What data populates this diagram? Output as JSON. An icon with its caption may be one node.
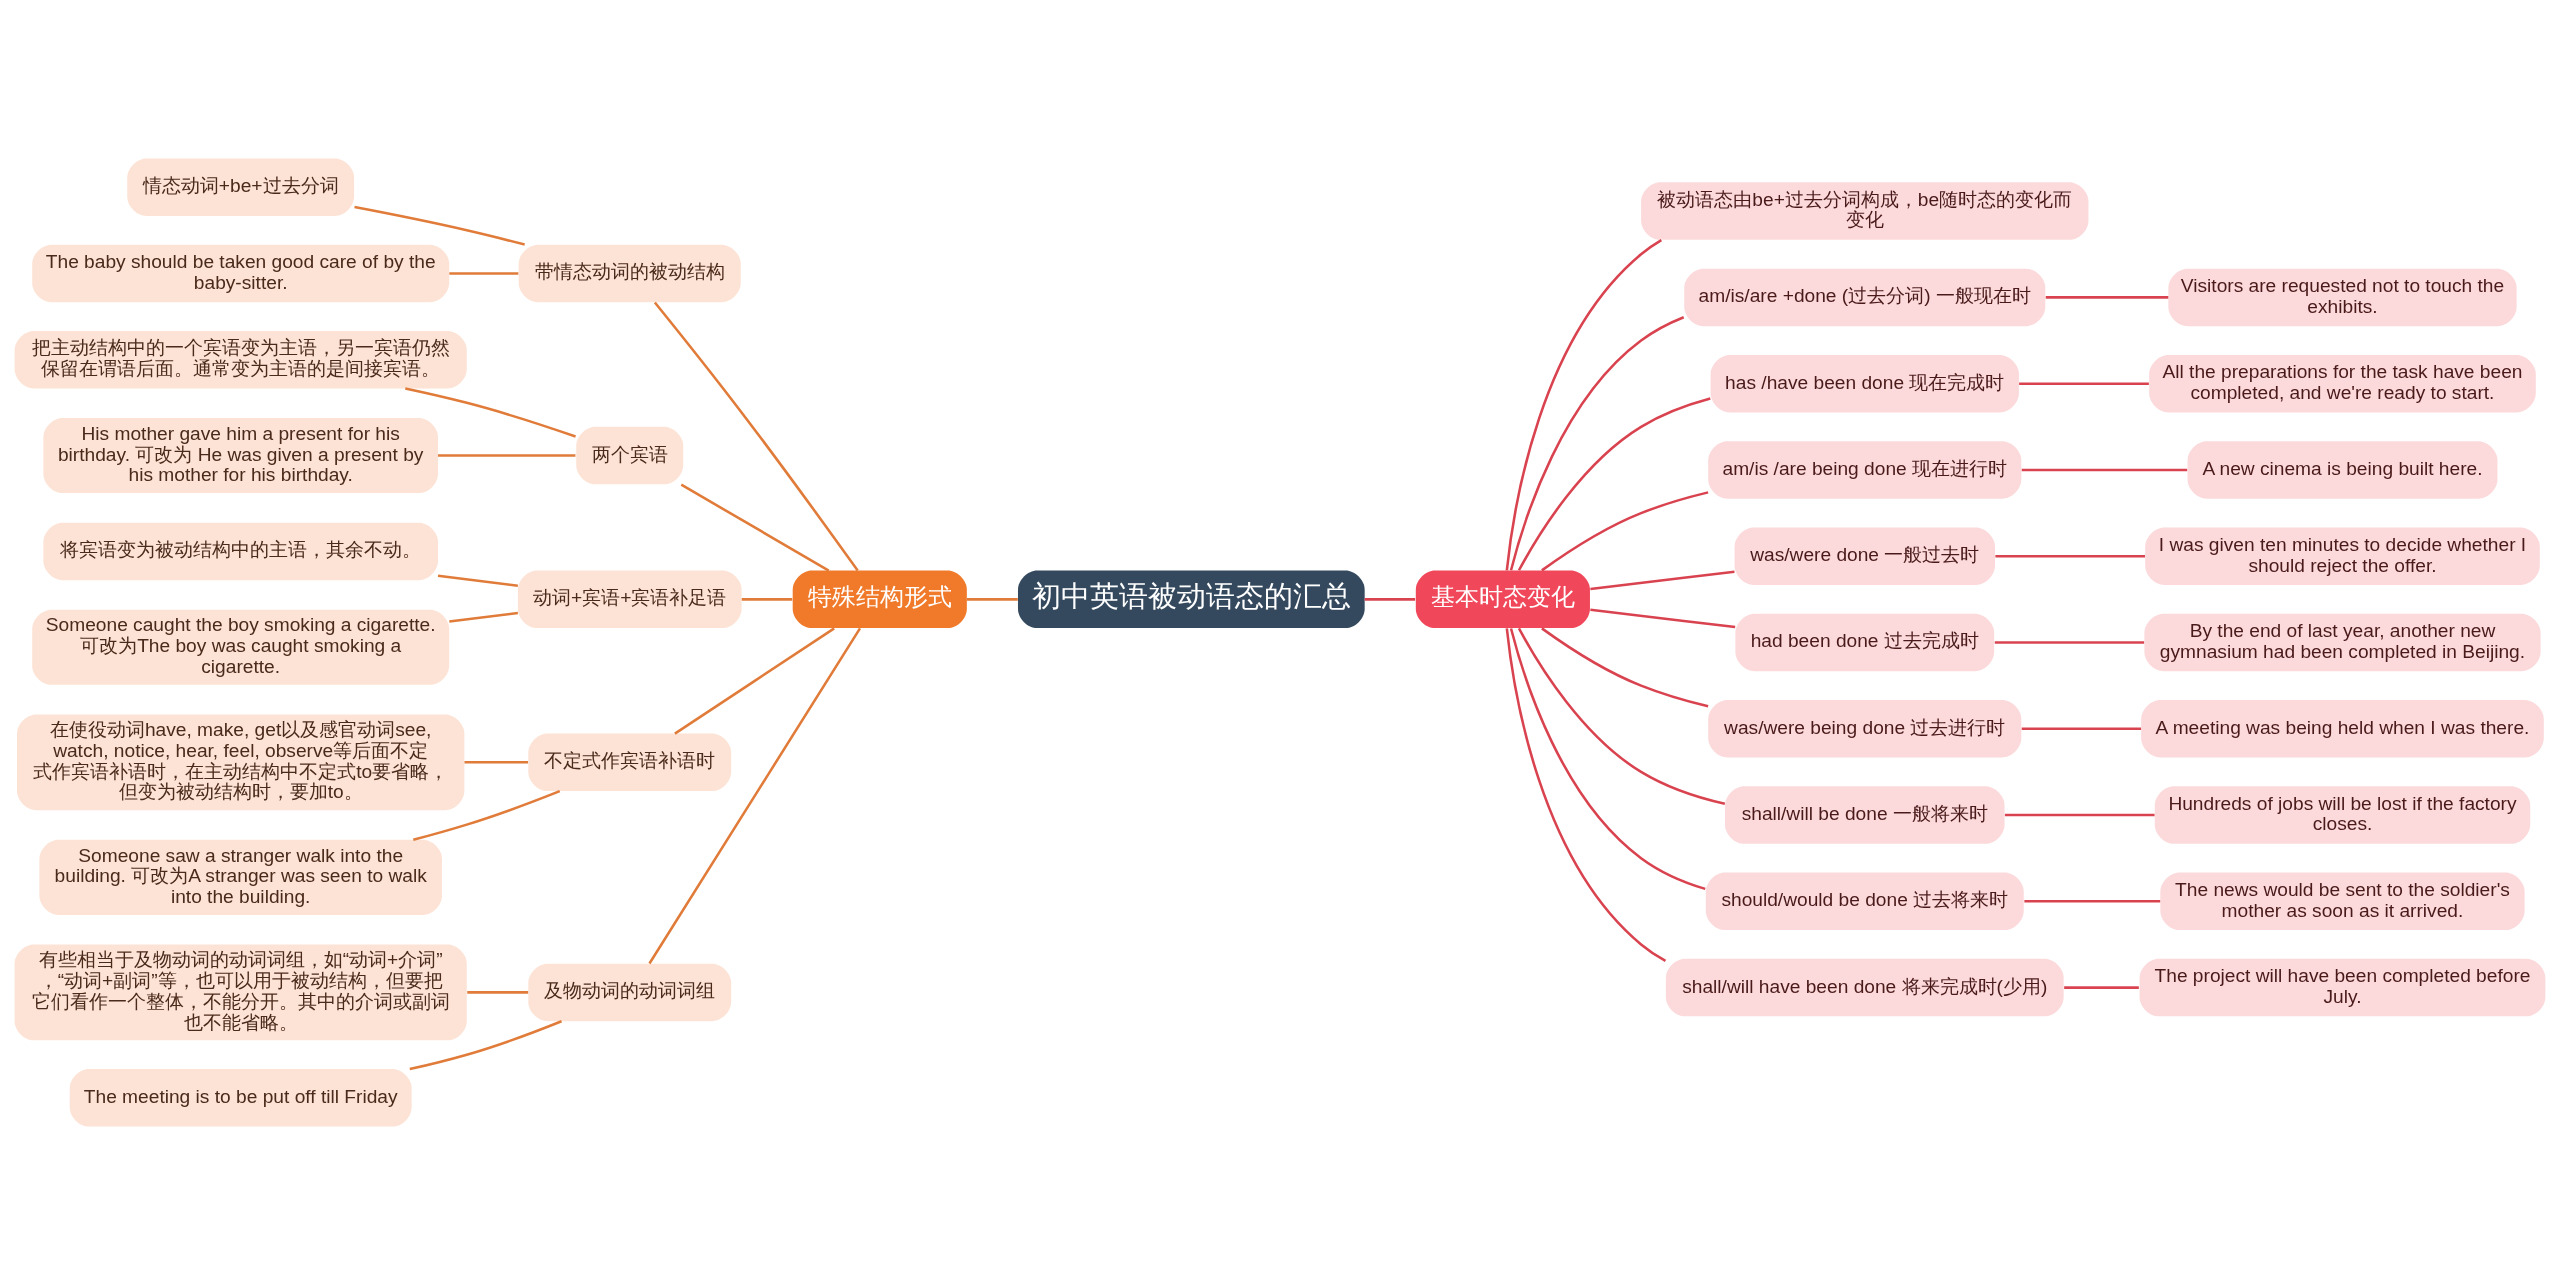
{
  "diagram": {
    "nodes": [
      {
        "text": [
          "初中英语被动语态的汇总"
        ]
      },
      {
        "text": [
          "特殊结构形式"
        ]
      },
      {
        "text": [
          "带情态动词的被动结构"
        ]
      },
      {
        "text": [
          "情态动词+be+过去分词"
        ]
      },
      {
        "text": [
          "The baby should be taken good care of by the baby-sitter."
        ]
      },
      {
        "text": [
          "两个宾语"
        ]
      },
      {
        "text": [
          "把主动结构中的一个宾语变为主语，另一宾语仍然保留在谓语后面。通常变为主语的是间接宾语。"
        ]
      },
      {
        "text": [
          "His mother gave him a present for his birthday. 可改为 He was given a present by his mother for his birthday."
        ]
      },
      {
        "text": [
          "动词+宾语+宾语补足语"
        ]
      },
      {
        "text": [
          "将宾语变为被动结构中的主语，其余不动。"
        ]
      },
      {
        "text": [
          "Someone caught the boy smoking a cigarette. 可改为The boy was caught smoking a cigarette."
        ]
      },
      {
        "text": [
          "不定式作宾语补语时"
        ]
      },
      {
        "text": [
          "在使役动词have, make, get以及感官动词see, watch, notice, hear, feel, observe等后面不定式作宾语补语时，在主动结构中不定式to要省略，但变为被动结构时，要加to。"
        ]
      },
      {
        "text": [
          "Someone saw a stranger walk into the building. 可改为A stranger was seen to walk into the building."
        ]
      },
      {
        "text": [
          "及物动词的动词词组"
        ]
      },
      {
        "text": [
          "有些相当于及物动词的动词词组，如“动词+介词”，“动词+副词”等，也可以用于被动结构，但要把它们看作一个整体，不能分开。其中的介词或副词也不能省略。"
        ]
      },
      {
        "text": [
          "The meeting is to be put off till Friday"
        ]
      },
      {
        "text": [
          "基本时态变化"
        ]
      },
      {
        "text": [
          "被动语态由be+过去分词构成，be随时态的变化而变化"
        ]
      },
      {
        "text": [
          "am/is/are +done (过去分词) 一般现在时"
        ]
      },
      {
        "text": [
          "Visitors are requested not to touch the exhibits."
        ]
      },
      {
        "text": [
          "has /have been done 现在完成时"
        ]
      },
      {
        "text": [
          "All the preparations for the task have been completed, and we're ready to start."
        ]
      },
      {
        "text": [
          "am/is /are being done 现在进行时"
        ]
      },
      {
        "text": [
          "A new cinema is being built here."
        ]
      },
      {
        "text": [
          "was/were done 一般过去时"
        ]
      },
      {
        "text": [
          "I was given ten minutes to decide whether I should reject the offer."
        ]
      },
      {
        "text": [
          "had been done 过去完成时"
        ]
      },
      {
        "text": [
          "By the end of last year, another new gymnasium had been completed in Beijing."
        ]
      },
      {
        "text": [
          "was/were being done 过去进行时"
        ]
      },
      {
        "text": [
          "A meeting was being held when I was there."
        ]
      },
      {
        "text": [
          "shall/will be done 一般将来时"
        ]
      },
      {
        "text": [
          "Hundreds of jobs will be lost if the factory closes."
        ]
      },
      {
        "text": [
          "should/would be done 过去将来时"
        ]
      },
      {
        "text": [
          "The news would be sent to the soldier's mother as soon as it arrived."
        ]
      },
      {
        "text": [
          "shall/will have been done 将来完成时(少用)"
        ]
      },
      {
        "text": [
          "The project will have been completed before July."
        ]
      }
    ],
    "edges": [
      {
        "from": 0,
        "to": 1,
        "arrow": "none",
        "color": "#e07b39"
      },
      {
        "from": 1,
        "to": 2,
        "arrow": "none",
        "color": "#e07b39"
      },
      {
        "from": 2,
        "to": 3,
        "arrow": "none",
        "color": "#e07b39"
      },
      {
        "from": 2,
        "to": 4,
        "arrow": "none",
        "color": "#e07b39"
      },
      {
        "from": 1,
        "to": 5,
        "arrow": "none",
        "color": "#e07b39"
      },
      {
        "from": 5,
        "to": 6,
        "arrow": "none",
        "color": "#e07b39"
      },
      {
        "from": 5,
        "to": 7,
        "arrow": "none",
        "color": "#e07b39"
      },
      {
        "from": 1,
        "to": 8,
        "arrow": "none",
        "color": "#e07b39"
      },
      {
        "from": 8,
        "to": 9,
        "arrow": "none",
        "color": "#e07b39"
      },
      {
        "from": 8,
        "to": 10,
        "arrow": "none",
        "color": "#e07b39"
      },
      {
        "from": 1,
        "to": 11,
        "arrow": "none",
        "color": "#e07b39"
      },
      {
        "from": 11,
        "to": 12,
        "arrow": "none",
        "color": "#e07b39"
      },
      {
        "from": 11,
        "to": 13,
        "arrow": "none",
        "color": "#e07b39"
      },
      {
        "from": 1,
        "to": 14,
        "arrow": "none",
        "color": "#e07b39"
      },
      {
        "from": 14,
        "to": 15,
        "arrow": "none",
        "color": "#e07b39"
      },
      {
        "from": 14,
        "to": 16,
        "arrow": "none",
        "color": "#e07b39"
      },
      {
        "from": 0,
        "to": 17,
        "arrow": "none"
      },
      {
        "from": 17,
        "to": 18,
        "arrow": "none"
      },
      {
        "from": 17,
        "to": 19,
        "arrow": "none"
      },
      {
        "from": 19,
        "to": 20,
        "arrow": "none"
      },
      {
        "from": 17,
        "to": 21,
        "arrow": "none"
      },
      {
        "from": 21,
        "to": 22,
        "arrow": "none"
      },
      {
        "from": 17,
        "to": 23,
        "arrow": "none"
      },
      {
        "from": 23,
        "to": 24,
        "arrow": "none"
      },
      {
        "from": 17,
        "to": 25,
        "arrow": "none"
      },
      {
        "from": 25,
        "to": 26,
        "arrow": "none"
      },
      {
        "from": 17,
        "to": 27,
        "arrow": "none"
      },
      {
        "from": 27,
        "to": 28,
        "arrow": "none"
      },
      {
        "from": 17,
        "to": 29,
        "arrow": "none"
      },
      {
        "from": 29,
        "to": 30,
        "arrow": "none"
      },
      {
        "from": 17,
        "to": 31,
        "arrow": "none"
      },
      {
        "from": 31,
        "to": 32,
        "arrow": "none"
      },
      {
        "from": 17,
        "to": 33,
        "arrow": "none"
      },
      {
        "from": 33,
        "to": 34,
        "arrow": "none"
      },
      {
        "from": 17,
        "to": 35,
        "arrow": "none"
      },
      {
        "from": 35,
        "to": 36,
        "arrow": "none"
      }
    ]
  }
}
